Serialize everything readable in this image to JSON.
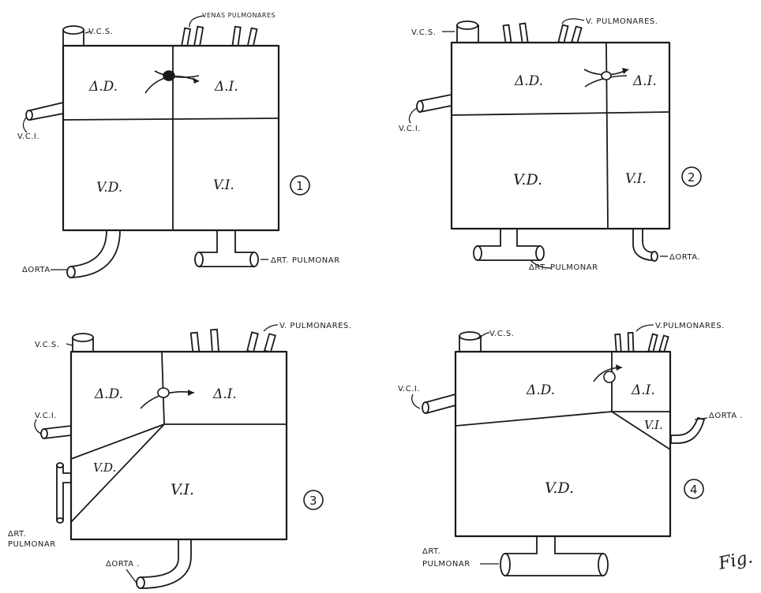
{
  "panels": [
    {
      "number": "1",
      "chambers": {
        "ad": "Δ.D.",
        "ai": "Δ.I.",
        "vd": "V.D.",
        "vi": "V.I."
      },
      "vessels": {
        "vcs": "V.C.S.",
        "vp": "VENAS PULMONARES",
        "vci": "V.C.I.",
        "aorta": "ΔORTA",
        "ap": "ΔRT. PULMONAR"
      }
    },
    {
      "number": "2",
      "chambers": {
        "ad": "Δ.D.",
        "ai": "Δ.I.",
        "vd": "V.D.",
        "vi": "V.I."
      },
      "vessels": {
        "vcs": "V.C.S.",
        "vp": "V. PULMONARES.",
        "vci": "V.C.I.",
        "aorta": "ΔORTA.",
        "ap": "ΔRT. PULMONAR"
      }
    },
    {
      "number": "3",
      "chambers": {
        "ad": "Δ.D.",
        "ai": "Δ.I.",
        "vd": "V.D.",
        "vi": "V.I."
      },
      "vessels": {
        "vcs": "V.C.S.",
        "vp": "V. PULMONARES.",
        "vci": "V.C.I.",
        "aorta": "ΔORTA .",
        "ap_line1": "ΔRT.",
        "ap_line2": "PULMONAR"
      }
    },
    {
      "number": "4",
      "chambers": {
        "ad": "Δ.D.",
        "ai": "Δ.I.",
        "vd": "V.D.",
        "vi": "V.I."
      },
      "vessels": {
        "vcs": "V.C.S.",
        "vp": "V.PULMONARES.",
        "vci": "V.C.I.",
        "aorta": "ΔORTA .",
        "ap_line1": "ΔRT.",
        "ap_line2": "PULMONAR"
      }
    }
  ],
  "figure_label": "Fig."
}
